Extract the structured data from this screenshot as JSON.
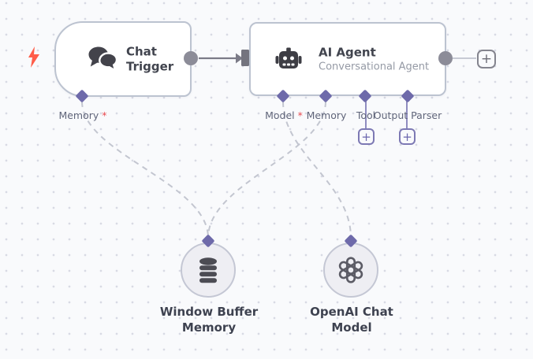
{
  "canvas": {
    "background": "#f9fafc",
    "dot_color": "#d8dae4"
  },
  "colors": {
    "node_border": "#bcc3d0",
    "endpoint_gray": "#8c8c98",
    "sub_connector_purple": "#6e6aaa",
    "dashed_connection": "#c3c6d0",
    "required_marker_red": "#e8494f",
    "trigger_bolt_red": "#ff5d49",
    "title_text": "#41444e",
    "subtitle_text": "#959aa5",
    "port_label_text": "#60657a"
  },
  "chat_trigger_node": {
    "title": "Chat Trigger",
    "input_memory_label": "Memory",
    "input_memory_required": "*"
  },
  "ai_agent_node": {
    "title": "AI Agent",
    "subtitle": "Conversational Agent",
    "input_model_label": "Model",
    "input_model_required": "*",
    "input_memory_label": "Memory",
    "input_tool_label": "Tool",
    "input_output_parser_label": "Output Parser"
  },
  "window_buffer_memory_node": {
    "title": "Window Buffer Memory"
  },
  "openai_chat_model_node": {
    "title": "OpenAI Chat Model"
  },
  "buttons": {
    "add_node": "+"
  },
  "icons": {
    "trigger_indicator": "lightning-bolt-icon",
    "chat_trigger": "chat-bubbles-icon",
    "ai_agent": "robot-icon",
    "window_buffer_memory": "database-icon",
    "openai_chat_model": "openai-logo-icon",
    "add_buttons": "plus-icon"
  }
}
